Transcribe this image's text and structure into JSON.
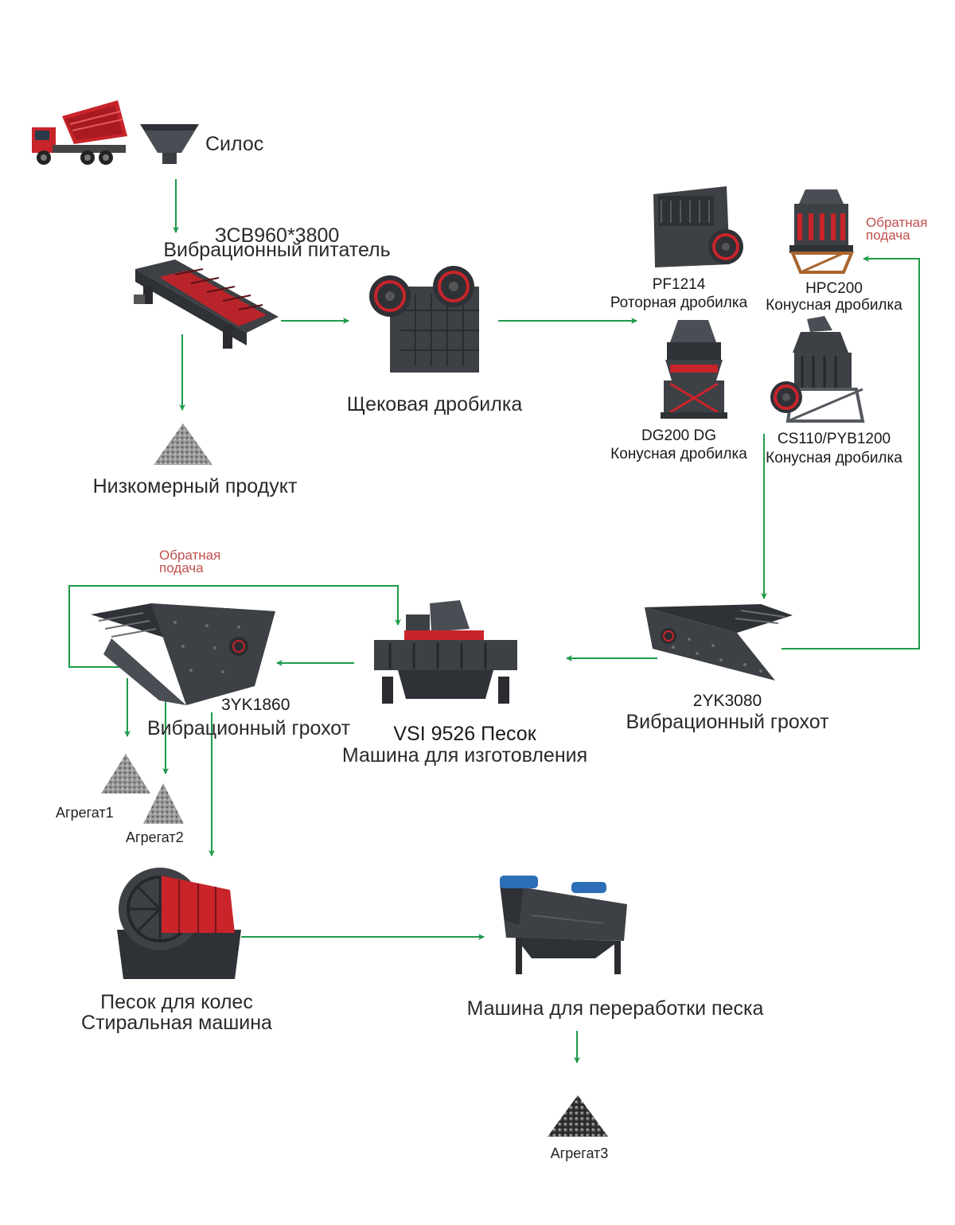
{
  "labels": {
    "silo": "Силос",
    "feeder_model": "ЗСВ960*3800",
    "feeder_name": "Вибрационный питатель",
    "fines": "Низкомерный продукт",
    "jaw": "Щековая дробилка",
    "pf_model": "PF1214",
    "pf_name": "Роторная дробилка",
    "hpc_model": "HPC200",
    "hpc_name": "Конусная дробилка",
    "dg_model": "DG200 DG",
    "dg_name": "Конусная дробилка",
    "cs_model": "CS110/PYB1200",
    "cs_name": "Конусная дробилка",
    "feedback_1": "Обратная",
    "feedback_2": "подача",
    "screen2_model": "2YK3080",
    "screen2_name": "Вибрационный грохот",
    "vsi_model": "VSI 9526",
    "vsi_name_1": "Песок",
    "vsi_name_2": "Машина для изготовления",
    "screen3_model": "3YK1860",
    "screen3_name": "Вибрационный грохот",
    "agg1": "Агрегат1",
    "agg2": "Агрегат2",
    "agg3": "Агрегат3",
    "washer_1": "Песок для колес",
    "washer_2": "Стиральная машина",
    "recycler": "Машина для переработки песка"
  },
  "colors": {
    "arrow": "#1f9a4a",
    "feedback_text": "#c0504d",
    "machine_body": "#3d4044",
    "machine_red": "#c8242a",
    "motor_blue": "#2c6fb8"
  },
  "icons": [
    "dump-truck-icon",
    "silo-hopper-icon",
    "vibrating-feeder-icon",
    "jaw-crusher-icon",
    "impact-crusher-icon",
    "hpc-cone-crusher-icon",
    "dg-cone-crusher-icon",
    "cs-cone-crusher-icon",
    "vibrating-screen-icon",
    "vsi-sand-maker-icon",
    "wheel-sand-washer-icon",
    "sand-recycling-machine-icon",
    "aggregate-pile-icon"
  ]
}
